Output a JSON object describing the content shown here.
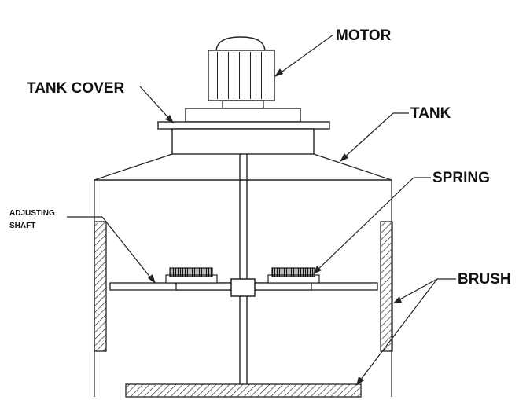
{
  "labels": {
    "motor": "MOTOR",
    "tank_cover": "TANK COVER",
    "tank": "TANK",
    "spring": "SPRING",
    "adjusting_shaft_line1": "ADJUSTING",
    "adjusting_shaft_line2": "SHAFT",
    "brush": "BRUSH"
  }
}
